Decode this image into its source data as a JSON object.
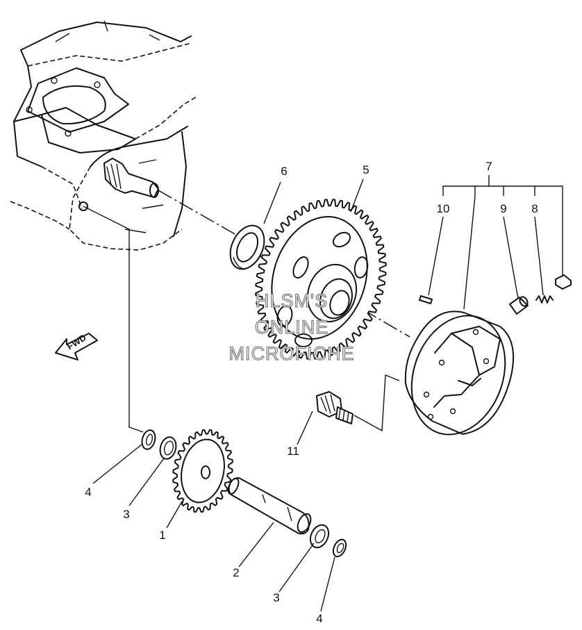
{
  "diagram": {
    "callouts": {
      "part_1": "1",
      "part_2": "2",
      "part_3_left": "3",
      "part_3_right": "3",
      "part_4_left": "4",
      "part_4_right": "4",
      "part_5": "5",
      "part_6": "6",
      "part_7": "7",
      "part_8": "8",
      "part_9": "9",
      "part_10": "10",
      "part_11": "11"
    },
    "direction_arrow": "FWD",
    "watermark": [
      "HLSM'S",
      "ONLINE",
      "MICROFICHE"
    ]
  }
}
